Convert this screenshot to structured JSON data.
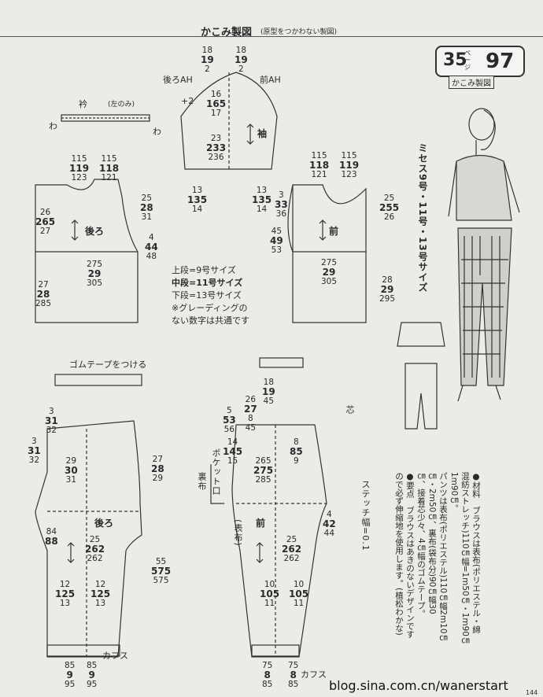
{
  "header": {
    "title": "かこみ製図",
    "subtitle": "(原型をつかわない製図)"
  },
  "badge": {
    "number": "35",
    "page_word": "ページ",
    "page": "97",
    "label": "かこみ製図"
  },
  "size_title": "ミセス9号・11号・13号サイズ",
  "legend": {
    "line1": "上段=9号サイズ",
    "line2": "中段=11号サイズ",
    "line3": "下段=13号サイズ",
    "line4": "※グレーディングの",
    "line5": "ない数字は共通です"
  },
  "labels": {
    "collar": "衿",
    "collar_note": "(左のみ)",
    "wa": "わ",
    "back_ah": "後ろAH",
    "front_ah": "前AH",
    "sleeve": "袖",
    "back": "後ろ",
    "front": "前",
    "gom_tape": "ゴムテープをつける",
    "pocket": "ポケット口",
    "ura": "裏布",
    "omote": "(表布)",
    "cuffs": "カフス",
    "stitch": "ステッチ幅=0.1",
    "plus2": "+2",
    "ha": "芯"
  },
  "materials": {
    "line1": "●材料　ブラウスは表布(ポリエステル・綿",
    "line2": "混紡ストレッチ)110㎝幅=1m50㎝・1m90㎝",
    "line3": "1m90㎝。",
    "line4": "パンツは表布(ポリエステル)110㎝幅2m10㎝",
    "line5": "㎝・2m50㎝、裏布(袋布分)90㎝幅30",
    "line6": "㎝、接着芯少々、4㎝幅のゴムテープ。",
    "line7": "●要点　ブラウスはあきのないデザインです",
    "line8": "ので必ず伸縮地を使用します。(植松わかな)"
  },
  "dims": {
    "sleeve_top_left": [
      "18",
      "19",
      "2"
    ],
    "sleeve_top_right": [
      "18",
      "19",
      "2"
    ],
    "sleeve_cap": [
      "16",
      "165",
      "17"
    ],
    "sleeve_len": [
      "23",
      "233",
      "236"
    ],
    "sleeve_left_bottom": [
      "13",
      "135",
      "14"
    ],
    "sleeve_right_bottom": [
      "13",
      "135",
      "14"
    ],
    "back_w1": [
      "115",
      "119",
      "123"
    ],
    "back_w2": [
      "115",
      "118",
      "121"
    ],
    "back_side": [
      "26",
      "265",
      "27"
    ],
    "back_arm": [
      "25",
      "28",
      "31"
    ],
    "back_44": [
      "4",
      "44",
      "48"
    ],
    "back_hem": [
      "275",
      "29",
      "305"
    ],
    "back_len": [
      "27",
      "28",
      "285"
    ],
    "front_w1": [
      "115",
      "118",
      "121"
    ],
    "front_w2": [
      "115",
      "119",
      "123"
    ],
    "front_neck": [
      "3",
      "33",
      "36"
    ],
    "front_arm": [
      "25",
      "255",
      "26"
    ],
    "front_mid": [
      "45",
      "49",
      "53"
    ],
    "front_hem": [
      "275",
      "29",
      "305"
    ],
    "front_len": [
      "28",
      "29",
      "295"
    ],
    "pants_back_top": [
      "3",
      "31",
      "32"
    ],
    "pants_back_mid": [
      "3",
      "31",
      "32"
    ],
    "pants_back_hip": [
      "29",
      "30",
      "31"
    ],
    "pants_back_crotch": [
      "84",
      "88"
    ],
    "pants_back_knee": [
      "25",
      "262",
      "262"
    ],
    "pants_back_hem_l": [
      "12",
      "125",
      "13"
    ],
    "pants_back_hem_r": [
      "12",
      "125",
      "13"
    ],
    "pants_back_cuff_l": [
      "85",
      "9",
      "95"
    ],
    "pants_back_cuff_r": [
      "85",
      "9",
      "95"
    ],
    "pants_back_side": [
      "27",
      "28",
      "29"
    ],
    "pants_len": [
      "55",
      "575",
      "575"
    ],
    "pants_front_top": [
      "18",
      "19",
      "45"
    ],
    "pants_front_w": [
      "26",
      "27",
      "8",
      "45"
    ],
    "pants_front_side": [
      "5",
      "53",
      "56"
    ],
    "pants_front_14": [
      "14",
      "145",
      "15"
    ],
    "pants_front_hip": [
      "265",
      "275",
      "285"
    ],
    "pants_front_knee": [
      "25",
      "262",
      "262"
    ],
    "pants_front_hem_l": [
      "10",
      "105",
      "11"
    ],
    "pants_front_hem_r": [
      "10",
      "105",
      "11"
    ],
    "pants_front_cuff_l": [
      "75",
      "8",
      "85"
    ],
    "pants_front_cuff_r": [
      "75",
      "8",
      "85"
    ],
    "pants_front_42": [
      "4",
      "42",
      "44"
    ],
    "pants_front_85": [
      "8",
      "85",
      "9"
    ]
  },
  "watermark": "blog.sina.com.cn/wanerstart",
  "page_number": "144"
}
